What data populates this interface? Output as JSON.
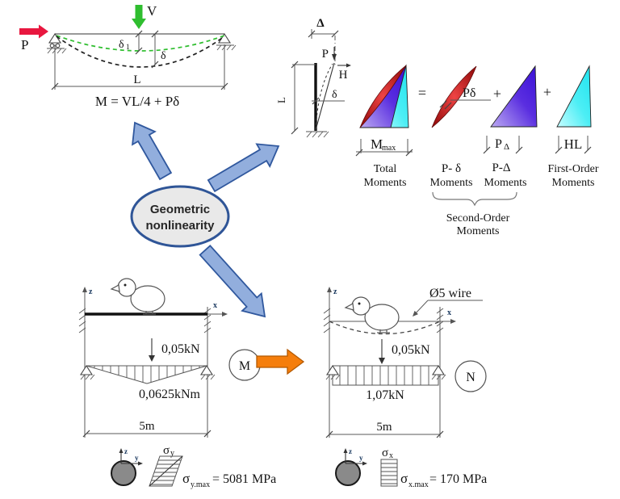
{
  "ellipse": {
    "line1": "Geometric",
    "line2": "nonlinearity"
  },
  "top_beam": {
    "p_label": "P",
    "v_label": "V",
    "delta1_base": "δ",
    "delta1_sub": "1",
    "delta_label": "δ",
    "length_label": "L",
    "formula": "M = VL/4 + Pδ"
  },
  "column": {
    "delta_label": "Δ",
    "p_label": "P",
    "h_label": "H",
    "small_delta_label": "δ",
    "length_label": "L"
  },
  "moment_eq": {
    "equals": "=",
    "plus_1": "+",
    "plus_2": "+",
    "mmax_base": "M",
    "mmax_sub": "max",
    "p_delta_label": "Pδ",
    "p_Delta_base": "P",
    "p_Delta_sub": "Δ",
    "hl_label": "HL",
    "total_l1": "Total",
    "total_l2": "Moments",
    "pd_l1": "P- δ",
    "pd_l2": "Moments",
    "pD_l1": "P-Δ",
    "pD_l2": "Moments",
    "second_l1": "Second-Order",
    "second_l2": "Moments",
    "first_l1": "First-Order",
    "first_l2": "Moments"
  },
  "beam_m": {
    "z_label": "z",
    "x_label": "x",
    "load_label": "0,05kN",
    "moment_label": "0,0625kNm",
    "circle_label": "M",
    "span_label": "5m"
  },
  "beam_n": {
    "z_label": "z",
    "x_label": "x",
    "wire_label": "Ø5 wire",
    "load_label": "0,05kN",
    "axial_label": "1,07kN",
    "circle_label": "N",
    "span_label": "5m"
  },
  "section_m": {
    "z_label": "z",
    "y_label": "y",
    "sigma_base": "σ",
    "sigma_sub": "y",
    "value_sigma": "σ",
    "value_sub": "y.max",
    "value_rest": "= 5081 MPa"
  },
  "section_n": {
    "z_label": "z",
    "y_label": "y",
    "sigma_base": "σ",
    "sigma_sub": "x",
    "value_sigma": "σ",
    "value_sub": "x.max",
    "value_rest": "= 170 MPa"
  },
  "colors": {
    "arrow_blue_fill": "#92aedd",
    "arrow_blue_border": "#30589e",
    "ellipse_fill": "#e9e9e9",
    "ellipse_border": "#2f5597",
    "green": "#2fbe2f",
    "red": "#e8173f",
    "orange": "#f57e0c",
    "shape_red": "#c41a1a",
    "shape_purple": "#3a10d6",
    "shape_cyan": "#1fe3ef"
  }
}
